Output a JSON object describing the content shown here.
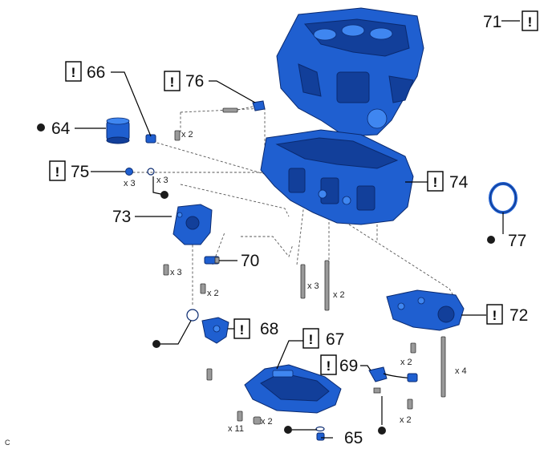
{
  "corner_code": "C",
  "warning_glyph": "!",
  "callouts": {
    "c64": "64",
    "c65": "65",
    "c66": "66",
    "c67": "67",
    "c68": "68",
    "c69": "69",
    "c70": "70",
    "c71": "71",
    "c72": "72",
    "c73": "73",
    "c74": "74",
    "c75": "75",
    "c76": "76",
    "c77": "77"
  },
  "quantities": {
    "q76": "x 2",
    "q75a": "x 3",
    "q75b": "x 3",
    "q73": "x 3",
    "q70": "x 2",
    "q74a": "x 3",
    "q74b": "x 2",
    "q69a": "x 2",
    "q69b": "x 2",
    "q72": "x 4",
    "q67a": "x 11",
    "q67b": "x 2"
  },
  "colors": {
    "part": "#1f5fd0",
    "outline": "#0a2a70",
    "bolt": "#9a9a9a"
  }
}
